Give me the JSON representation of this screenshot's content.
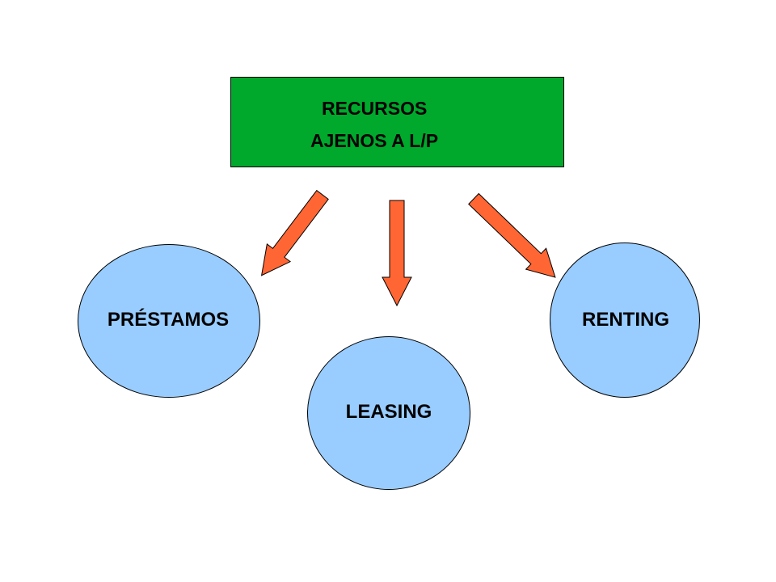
{
  "diagram": {
    "root": {
      "line1": "RECURSOS",
      "line2": "AJENOS A L/P",
      "fill_color": "#00a82c"
    },
    "children": [
      {
        "label": "PRÉSTAMOS"
      },
      {
        "label": "LEASING"
      },
      {
        "label": "RENTING"
      }
    ],
    "node_fill_color": "#99ccff",
    "arrow_color": "#ff6633"
  }
}
